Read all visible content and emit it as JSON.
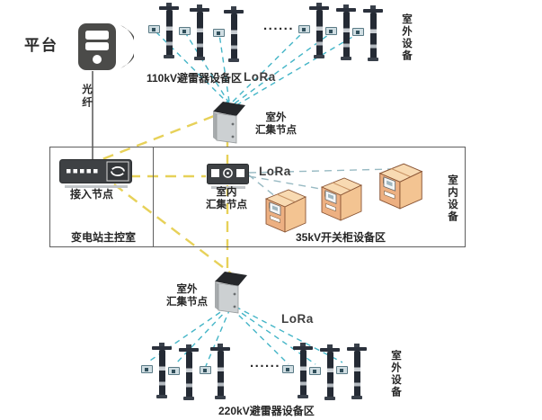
{
  "platform": {
    "label": "平台",
    "fiber_label": "光纤"
  },
  "zones": {
    "top": {
      "area_label": "110kV避雷器设备区",
      "lora_label": "LoRa",
      "ellipsis": "......",
      "side_label": "室外设备"
    },
    "indoor": {
      "area_label": "35kV开关柜设备区",
      "lora_label": "LoRa",
      "side_label": "室内设备",
      "room_label": "变电站主控室"
    },
    "bottom": {
      "area_label": "220kV避雷器设备区",
      "lora_label": "LoRa",
      "ellipsis": "......",
      "side_label": "室外设备"
    }
  },
  "nodes": {
    "access": {
      "label": "接入节点"
    },
    "outdoor_top": {
      "line1": "室外",
      "line2": "汇集节点"
    },
    "indoor_hub": {
      "line1": "室内",
      "line2": "汇集节点"
    },
    "outdoor_bottom": {
      "line1": "室外",
      "line2": "汇集节点"
    }
  },
  "colors": {
    "lora_link": "#44b5c7",
    "indoor_link": "#98bac3",
    "backbone_link": "#e7d159",
    "fiber_link": "#3c3c3c",
    "cabinet_face": "#f3c492",
    "device_dark": "#3e4144"
  }
}
